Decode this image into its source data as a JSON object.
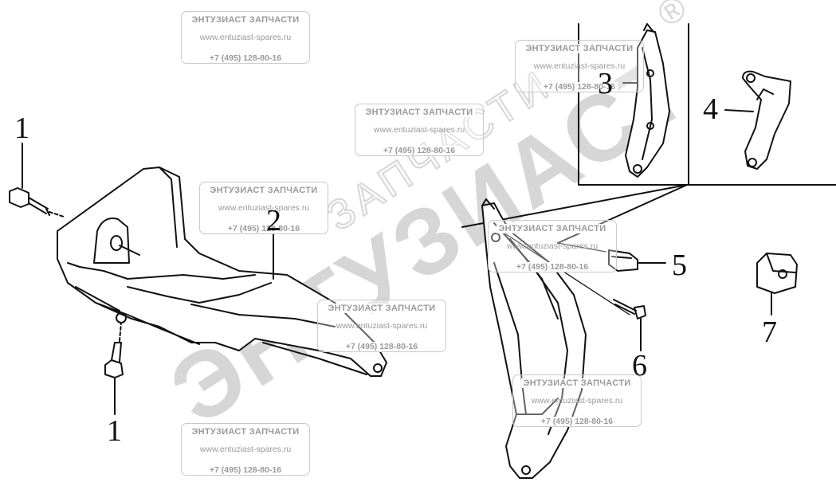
{
  "watermark": {
    "brand": "ЭНТУЗИАСТ",
    "subtitle": "ЗАПЧАСТИ",
    "registered": "®",
    "color": "#d4d4d4"
  },
  "stamp": {
    "title": "ЭНТУЗИАСТ ЗАПЧАСТИ",
    "website": "www.entuziast-spares.ru",
    "phone": "+7 (495) 128-80-16"
  },
  "callouts": {
    "c1_top": "1",
    "c1_bottom": "1",
    "c2": "2",
    "c3": "3",
    "c4": "4",
    "c5": "5",
    "c6": "6",
    "c7": "7"
  },
  "colors": {
    "line": "#111111",
    "stamp_text": "#9a9a9a"
  }
}
